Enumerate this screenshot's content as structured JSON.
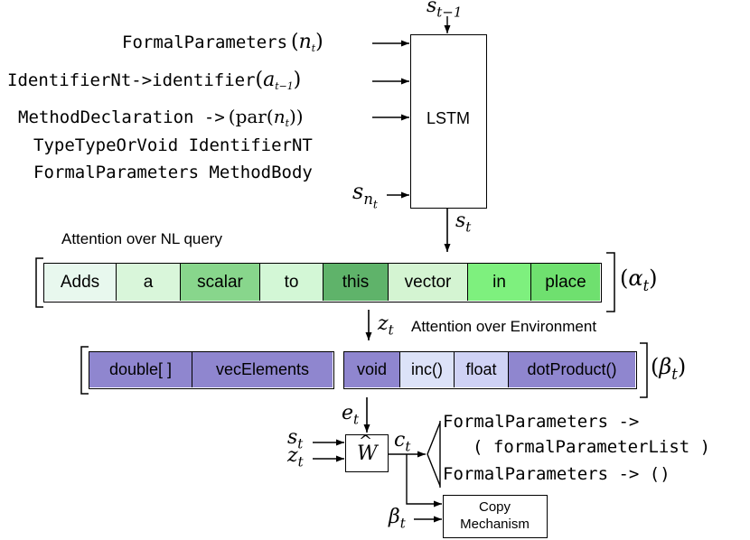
{
  "lstm": {
    "label": "LSTM",
    "input_top": "s",
    "input_top_sub": "t−1",
    "inputs": [
      {
        "text": "FormalParameters",
        "math_open": "(",
        "math_var": "n",
        "math_sub": "t",
        "math_close": ")"
      },
      {
        "text": "IdentifierNt->identifier",
        "math_open": "(",
        "math_var": "a",
        "math_sub": "t−1",
        "math_close": ")"
      },
      {
        "text": "MethodDeclaration ->",
        "math_open": "(par(",
        "math_var": "n",
        "math_sub": "t",
        "math_close": "))"
      }
    ],
    "rule_continuation": [
      "TypeTypeOrVoid IdentifierNT",
      "FormalParameters MethodBody"
    ],
    "state_input": "s",
    "state_input_sub": "n",
    "state_input_subsub": "t",
    "output": "s",
    "output_sub": "t"
  },
  "nl_attention": {
    "title": "Attention over NL query",
    "symbol_open": "(",
    "symbol_var": "α",
    "symbol_sub": "t",
    "symbol_close": ")",
    "tokens": [
      {
        "text": "Adds",
        "color": "#e8f8ee"
      },
      {
        "text": "a",
        "color": "#d9f6da"
      },
      {
        "text": "scalar",
        "color": "#88d68c"
      },
      {
        "text": "to",
        "color": "#d3f7d6"
      },
      {
        "text": "this",
        "color": "#5fb36a"
      },
      {
        "text": "vector",
        "color": "#d4f4d2"
      },
      {
        "text": "in",
        "color": "#7ef07e"
      },
      {
        "text": "place",
        "color": "#6fe06f"
      }
    ]
  },
  "env_attention": {
    "context_var": "z",
    "context_sub": "t",
    "title": "Attention over Environment",
    "symbol_open": "(",
    "symbol_var": "β",
    "symbol_sub": "t",
    "symbol_close": ")",
    "group1": [
      {
        "text": "double[ ]",
        "color": "#8f86cf"
      },
      {
        "text": "vecElements",
        "color": "#8f86cf"
      }
    ],
    "group2": [
      {
        "text": "void",
        "color": "#8f86cf"
      },
      {
        "text": "inc()",
        "color": "#dce2f8"
      },
      {
        "text": "float",
        "color": "#cfd2f5"
      },
      {
        "text": "dotProduct()",
        "color": "#8f86cf"
      }
    ]
  },
  "output_layer": {
    "env_var": "e",
    "env_sub": "t",
    "s_var": "s",
    "s_sub": "t",
    "z_var": "z",
    "z_sub": "t",
    "w_label": "W",
    "w_hat": "^",
    "c_var": "c",
    "c_sub": "t",
    "beta_var": "β",
    "beta_sub": "t",
    "rules": [
      "FormalParameters ->",
      "( formalParameterList )",
      "FormalParameters -> ()"
    ],
    "copy_label_1": "Copy",
    "copy_label_2": "Mechanism"
  }
}
